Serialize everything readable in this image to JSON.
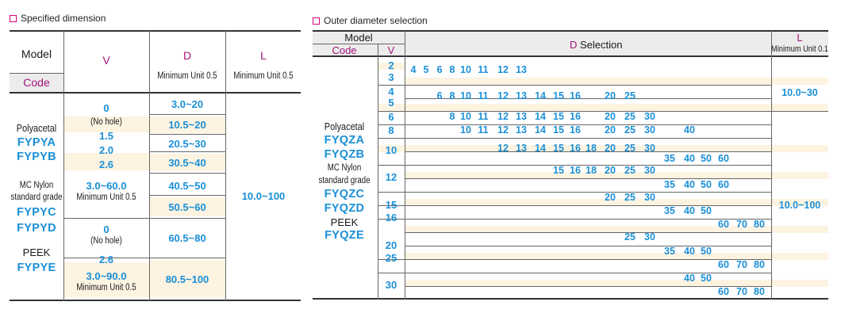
{
  "left": {
    "section_title": "Specified dimension",
    "headers": {
      "model": "Model",
      "code": "Code",
      "v": "V",
      "d": "D",
      "d_sub": "Minimum Unit 0.5",
      "l": "L",
      "l_sub": "Minimum Unit 0.5"
    },
    "models": [
      "Polyacetal",
      "FYPYA",
      "FYPYB",
      "MC Nylon",
      "standard grade",
      "FYPYC",
      "FYPYD",
      "PEEK",
      "FYPYE"
    ],
    "v_values": [
      "0",
      "(No hole)",
      "1.5",
      "2.0",
      "2.6",
      "3.0~60.0",
      "Minimum Unit 0.5",
      "0",
      "(No hole)",
      "2.6",
      "3.0~90.0",
      "Minimum Unit 0.5"
    ],
    "d_values": [
      "3.0~20",
      "10.5~20",
      "20.5~30",
      "30.5~40",
      "40.5~50",
      "50.5~60",
      "60.5~80",
      "80.5~100"
    ],
    "l_value": "10.0~100"
  },
  "right": {
    "section_title": "Outer diameter selection",
    "headers": {
      "model": "Model",
      "code": "Code",
      "v": "V",
      "d": "D",
      "d_sub": "Selection",
      "l": "L",
      "l_sub": "Minimum Unit 0.1"
    },
    "models": [
      "Polyacetal",
      "FYQZA",
      "FYQZB",
      "MC Nylon",
      "standard grade",
      "FYQZC",
      "FYQZD",
      "PEEK",
      "FYQZE"
    ],
    "v_values": [
      "2",
      "3",
      "4",
      "5",
      "6",
      "8",
      "10",
      "12",
      "15",
      "16",
      "20",
      "25",
      "30"
    ],
    "l_values": [
      "10.0~30",
      "10.0~100"
    ],
    "d_rows": [
      [
        "4",
        "5",
        "6",
        "8",
        "10",
        "11",
        "12",
        "13"
      ],
      [
        "6",
        "8",
        "10",
        "11",
        "12",
        "13",
        "14",
        "15",
        "16",
        "20",
        "25"
      ],
      [
        "8",
        "10",
        "11",
        "12",
        "13",
        "14",
        "15",
        "16",
        "20",
        "25",
        "30"
      ],
      [
        "10",
        "11",
        "12",
        "13",
        "14",
        "15",
        "16",
        "20",
        "25",
        "30",
        "40"
      ],
      [
        "12",
        "13",
        "14",
        "15",
        "16",
        "18",
        "20",
        "25",
        "30"
      ],
      [
        "35",
        "40",
        "50",
        "60"
      ],
      [
        "15",
        "16",
        "18",
        "20",
        "25",
        "30"
      ],
      [
        "35",
        "40",
        "50",
        "60"
      ],
      [
        "20",
        "25",
        "30"
      ],
      [
        "35",
        "40",
        "50"
      ],
      [
        "60",
        "70",
        "80"
      ],
      [
        "25",
        "30"
      ],
      [
        "35",
        "40",
        "50"
      ],
      [
        "60",
        "70",
        "80"
      ],
      [
        "40",
        "50"
      ],
      [
        "60",
        "70",
        "80"
      ]
    ]
  }
}
